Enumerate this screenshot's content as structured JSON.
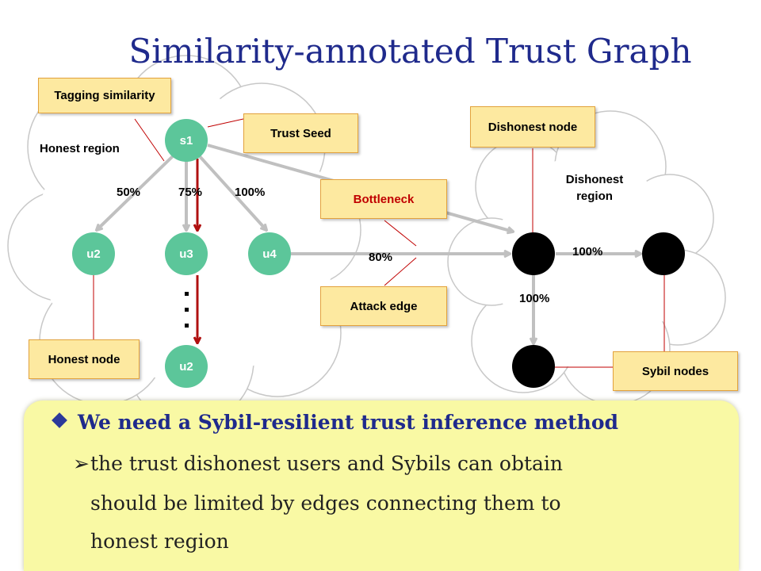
{
  "title": "Similarity-annotated Trust Graph",
  "callouts": {
    "tagging_similarity": "Tagging similarity",
    "trust_seed": "Trust Seed",
    "dishonest_node": "Dishonest node",
    "bottleneck": "Bottleneck",
    "attack_edge": "Attack edge",
    "honest_node": "Honest node",
    "sybil_nodes": "Sybil nodes"
  },
  "region_labels": {
    "honest": "Honest region",
    "dishonest_line1": "Dishonest",
    "dishonest_line2": "region"
  },
  "nodes": {
    "s1": "s1",
    "u2_left": "u2",
    "u3": "u3",
    "u4": "u4",
    "u2_bottom": "u2"
  },
  "edge_labels": {
    "s1_u2": "50%",
    "s1_u3": "75%",
    "s1_u4": "100%",
    "attack": "80%",
    "sybil_horizontal": "100%",
    "sybil_vertical": "100%"
  },
  "colors": {
    "honest_node": "#5cc69a",
    "sybil_node": "#000000",
    "highlight_path": "#b01010",
    "edge": "#c0c0c0",
    "callout_fill": "#fde9a0",
    "title": "#1f2a8c",
    "bullet_box": "#f9f9a4"
  },
  "bullets": {
    "main": "We need a Sybil-resilient  trust inference method",
    "sub_line1": "the trust dishonest users and Sybils can obtain",
    "sub_line2": "should be limited by edges connecting them to",
    "sub_line3": "honest region"
  }
}
